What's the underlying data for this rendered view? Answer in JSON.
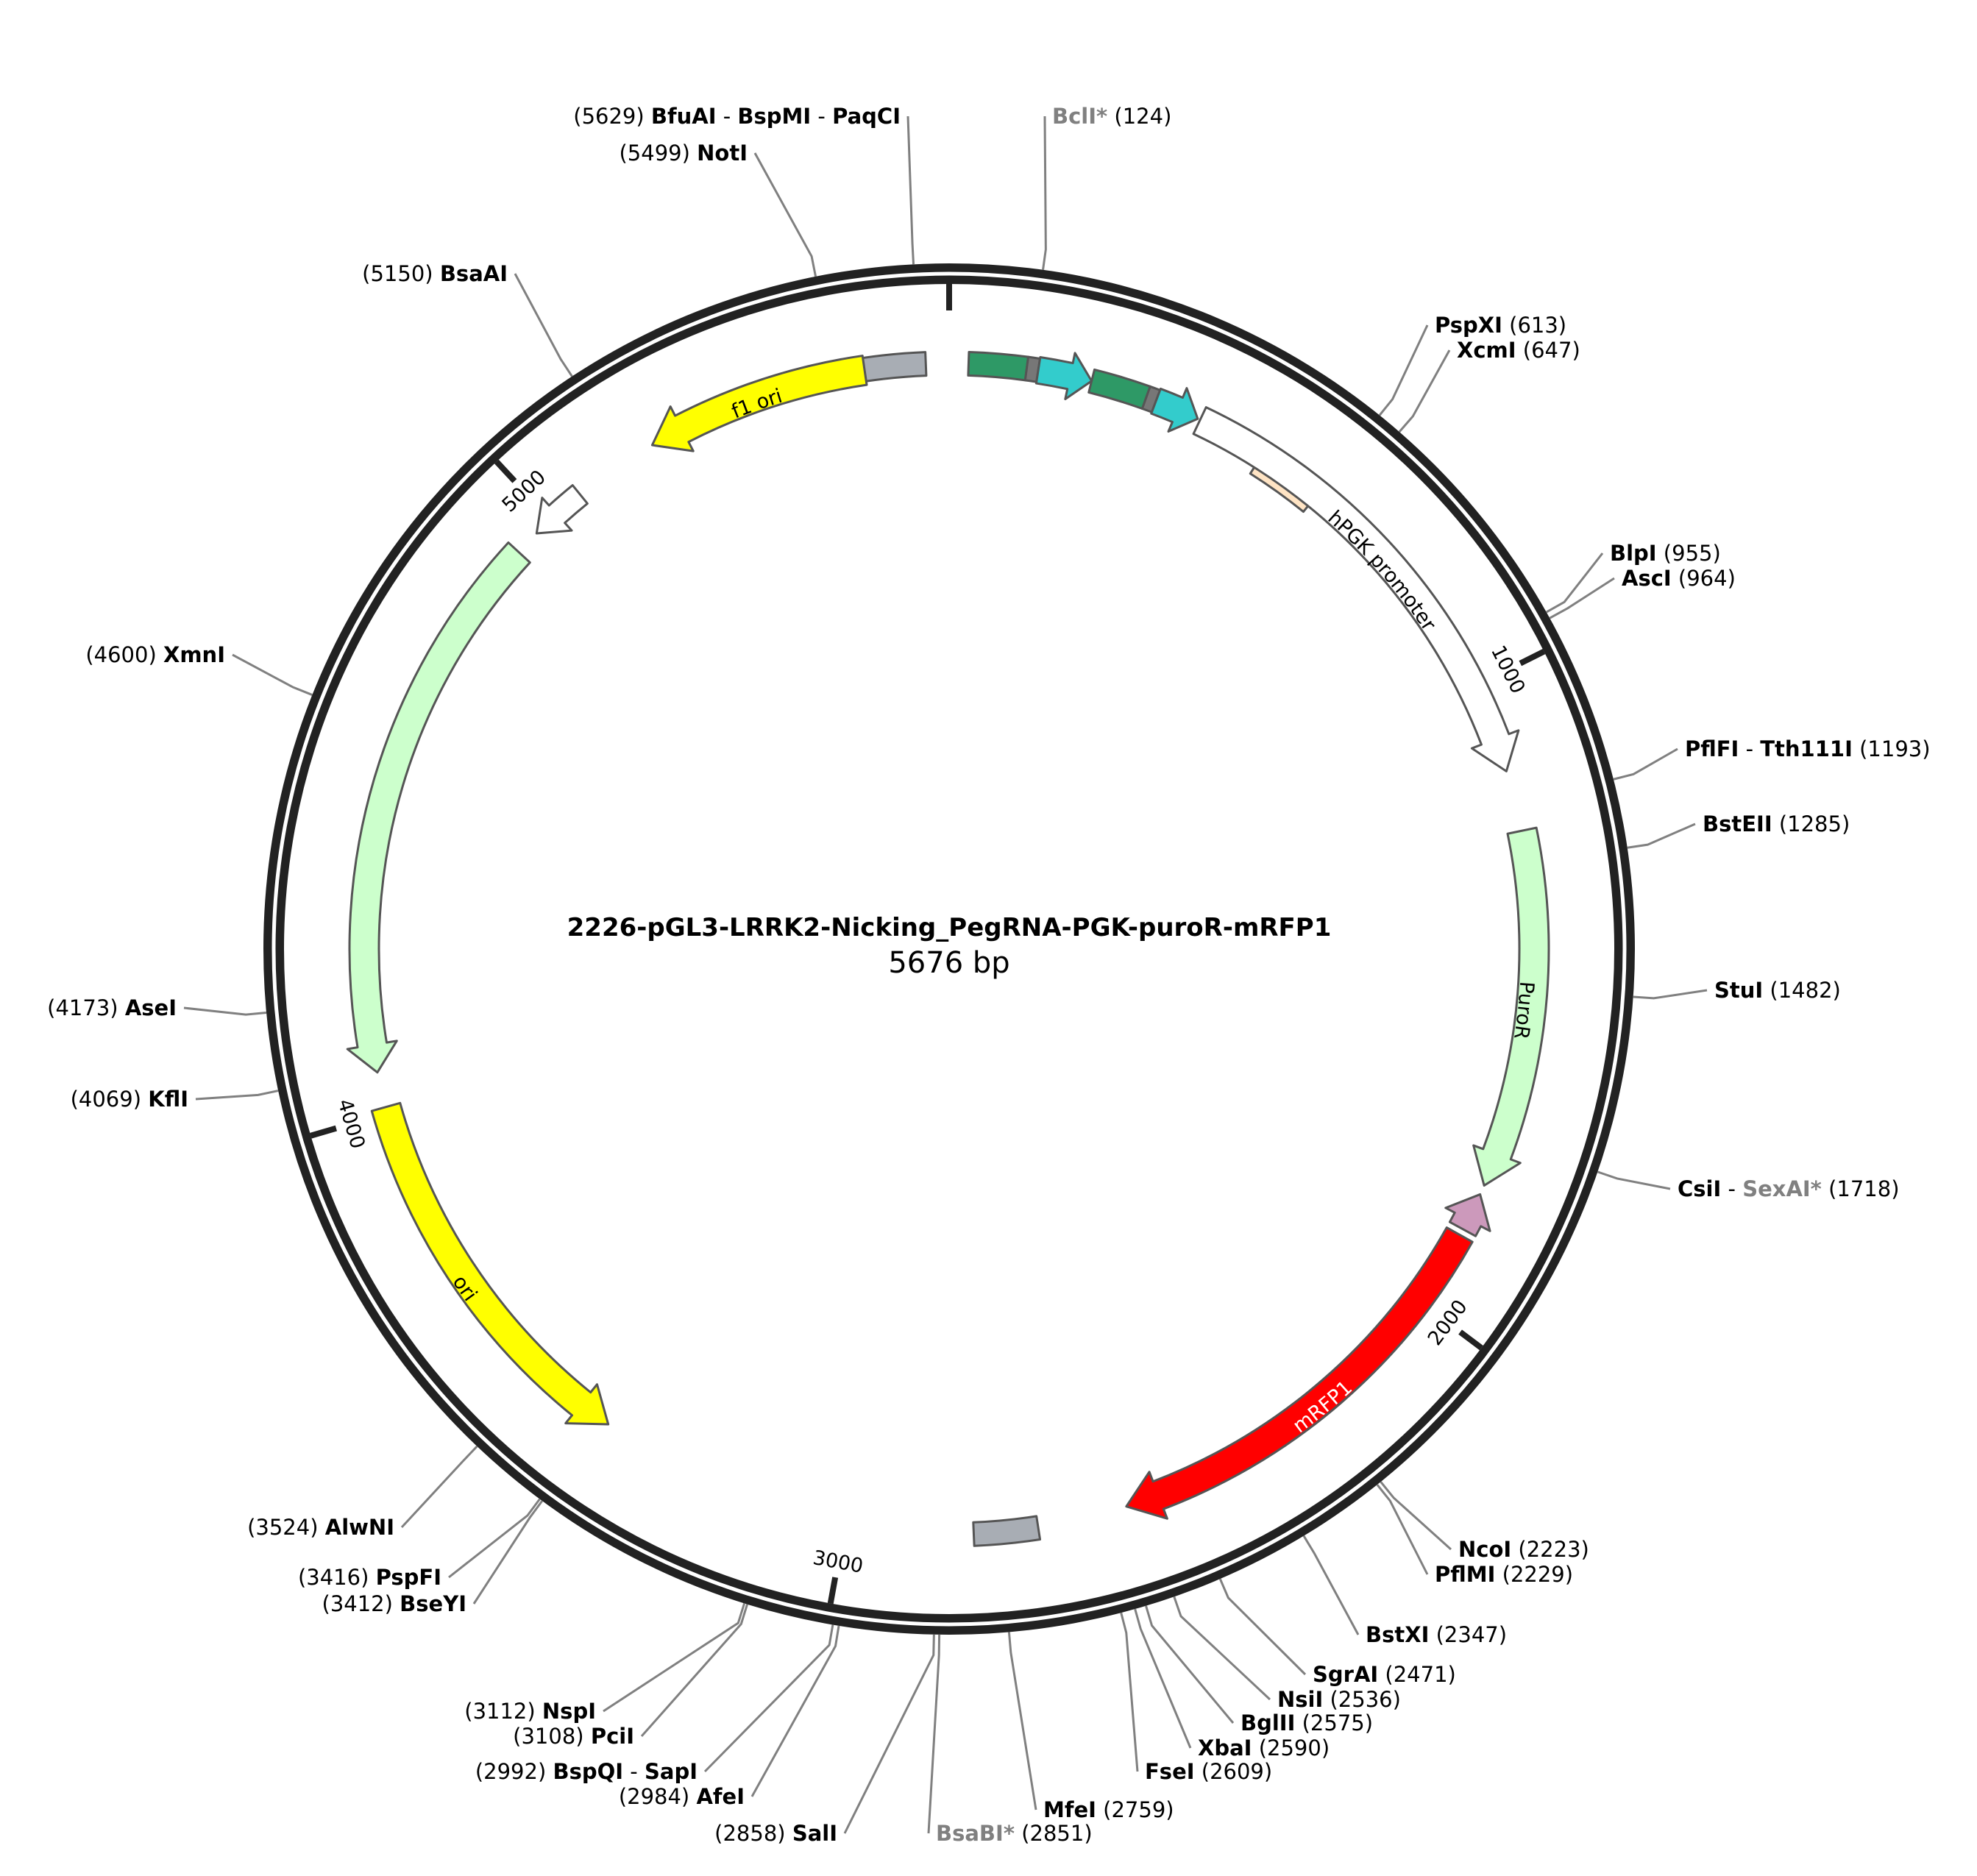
{
  "plasmid": {
    "name": "2226-pGL3-LRRK2-Nicking_PegRNA-PGK-puroR-mRFP1",
    "size_label": "5676 bp",
    "length": 5676
  },
  "ticks": [
    {
      "pos": 1000,
      "label": "1000"
    },
    {
      "pos": 2000,
      "label": "2000"
    },
    {
      "pos": 3000,
      "label": "3000"
    },
    {
      "pos": 4000,
      "label": "4000"
    },
    {
      "pos": 5000,
      "label": "5000"
    }
  ],
  "sites": [
    {
      "id": "bfuai",
      "parts": [
        {
          "t": "(5629)  "
        },
        {
          "t": "BfuAI",
          "b": true
        },
        {
          "t": " - "
        },
        {
          "t": "BspMI",
          "b": true
        },
        {
          "t": " - "
        },
        {
          "t": "PaqCI",
          "b": true
        }
      ],
      "pos": 5629
    },
    {
      "id": "noti",
      "parts": [
        {
          "t": "(5499)  "
        },
        {
          "t": "NotI",
          "b": true
        }
      ],
      "pos": 5499
    },
    {
      "id": "bcli",
      "parts": [
        {
          "t": "BclI*",
          "b": true,
          "g": true
        },
        {
          "t": "  (124)"
        }
      ],
      "pos": 124
    },
    {
      "id": "bsaai",
      "parts": [
        {
          "t": "(5150)  "
        },
        {
          "t": "BsaAI",
          "b": true
        }
      ],
      "pos": 5150
    },
    {
      "id": "pspxi",
      "parts": [
        {
          "t": "PspXI",
          "b": true
        },
        {
          "t": "  (613)"
        }
      ],
      "pos": 613
    },
    {
      "id": "xcmi",
      "parts": [
        {
          "t": "XcmI",
          "b": true
        },
        {
          "t": "  (647)"
        }
      ],
      "pos": 647
    },
    {
      "id": "blpi",
      "parts": [
        {
          "t": "BlpI",
          "b": true
        },
        {
          "t": "  (955)"
        }
      ],
      "pos": 955
    },
    {
      "id": "asci",
      "parts": [
        {
          "t": "AscI",
          "b": true
        },
        {
          "t": "  (964)"
        }
      ],
      "pos": 964
    },
    {
      "id": "pflfi",
      "parts": [
        {
          "t": "PflFI",
          "b": true
        },
        {
          "t": " - "
        },
        {
          "t": "Tth111I",
          "b": true
        },
        {
          "t": "  (1193)"
        }
      ],
      "pos": 1193
    },
    {
      "id": "bsteii",
      "parts": [
        {
          "t": "BstEII",
          "b": true
        },
        {
          "t": "  (1285)"
        }
      ],
      "pos": 1285
    },
    {
      "id": "stui",
      "parts": [
        {
          "t": "StuI",
          "b": true
        },
        {
          "t": "  (1482)"
        }
      ],
      "pos": 1482
    },
    {
      "id": "csii",
      "parts": [
        {
          "t": "CsiI",
          "b": true
        },
        {
          "t": " - "
        },
        {
          "t": "SexAI*",
          "b": true,
          "g": true
        },
        {
          "t": "  (1718)"
        }
      ],
      "pos": 1718
    },
    {
      "id": "xmni",
      "parts": [
        {
          "t": "(4600)  "
        },
        {
          "t": "XmnI",
          "b": true
        }
      ],
      "pos": 4600
    },
    {
      "id": "asei",
      "parts": [
        {
          "t": "(4173)  "
        },
        {
          "t": "AseI",
          "b": true
        }
      ],
      "pos": 4173
    },
    {
      "id": "kfli",
      "parts": [
        {
          "t": "(4069)  "
        },
        {
          "t": "KflI",
          "b": true
        }
      ],
      "pos": 4069
    },
    {
      "id": "alwni",
      "parts": [
        {
          "t": "(3524)  "
        },
        {
          "t": "AlwNI",
          "b": true
        }
      ],
      "pos": 3524
    },
    {
      "id": "pspfi",
      "parts": [
        {
          "t": "(3416)  "
        },
        {
          "t": "PspFI",
          "b": true
        }
      ],
      "pos": 3416
    },
    {
      "id": "bseyi",
      "parts": [
        {
          "t": "(3412)  "
        },
        {
          "t": "BseYI",
          "b": true
        }
      ],
      "pos": 3412
    },
    {
      "id": "nspi",
      "parts": [
        {
          "t": "(3112)  "
        },
        {
          "t": "NspI",
          "b": true
        }
      ],
      "pos": 3112
    },
    {
      "id": "pcii",
      "parts": [
        {
          "t": "(3108)  "
        },
        {
          "t": "PciI",
          "b": true
        }
      ],
      "pos": 3108
    },
    {
      "id": "bspqi",
      "parts": [
        {
          "t": "(2992)  "
        },
        {
          "t": "BspQI",
          "b": true
        },
        {
          "t": " - "
        },
        {
          "t": "SapI",
          "b": true
        }
      ],
      "pos": 2992
    },
    {
      "id": "afei",
      "parts": [
        {
          "t": "(2984)  "
        },
        {
          "t": "AfeI",
          "b": true
        }
      ],
      "pos": 2984
    },
    {
      "id": "sali",
      "parts": [
        {
          "t": "(2858)  "
        },
        {
          "t": "SalI",
          "b": true
        }
      ],
      "pos": 2858
    },
    {
      "id": "bsabi",
      "parts": [
        {
          "t": "BsaBI*",
          "b": true,
          "g": true
        },
        {
          "t": "  (2851)"
        }
      ],
      "pos": 2851
    },
    {
      "id": "mfei",
      "parts": [
        {
          "t": "MfeI",
          "b": true
        },
        {
          "t": "  (2759)"
        }
      ],
      "pos": 2759
    },
    {
      "id": "fsei",
      "parts": [
        {
          "t": "FseI",
          "b": true
        },
        {
          "t": "  (2609)"
        }
      ],
      "pos": 2609
    },
    {
      "id": "xbai",
      "parts": [
        {
          "t": "XbaI",
          "b": true
        },
        {
          "t": "  (2590)"
        }
      ],
      "pos": 2590
    },
    {
      "id": "bglii",
      "parts": [
        {
          "t": "BglII",
          "b": true
        },
        {
          "t": "  (2575)"
        }
      ],
      "pos": 2575
    },
    {
      "id": "nsii",
      "parts": [
        {
          "t": "NsiI",
          "b": true
        },
        {
          "t": "  (2536)"
        }
      ],
      "pos": 2536
    },
    {
      "id": "sgrai",
      "parts": [
        {
          "t": "SgrAI",
          "b": true
        },
        {
          "t": "  (2471)"
        }
      ],
      "pos": 2471
    },
    {
      "id": "bstxi",
      "parts": [
        {
          "t": "BstXI",
          "b": true
        },
        {
          "t": "  (2347)"
        }
      ],
      "pos": 2347
    },
    {
      "id": "pflmi",
      "parts": [
        {
          "t": "PflMI",
          "b": true
        },
        {
          "t": "  (2229)"
        }
      ],
      "pos": 2229
    },
    {
      "id": "ncoi",
      "parts": [
        {
          "t": "NcoI",
          "b": true
        },
        {
          "t": "  (2223)"
        }
      ],
      "pos": 2223
    }
  ],
  "features": [
    {
      "id": "hpgk",
      "label": "hPGK promoter",
      "start": 400,
      "end": 1140,
      "dir": 1,
      "color": "#ffffff",
      "text_color": "#000000"
    },
    {
      "id": "puror",
      "label": "PuroR",
      "start": 1235,
      "end": 1795,
      "dir": 1,
      "color": "#ccffcc",
      "text_color": "#000000"
    },
    {
      "id": "mrfp1",
      "label": "mRFP1",
      "start": 1880,
      "end": 2560,
      "dir": 1,
      "color": "#ff0000",
      "text_color": "#ffffff"
    },
    {
      "id": "ori",
      "label": "ori",
      "start": 3400,
      "end": 4010,
      "dir": -1,
      "color": "#ffff00",
      "text_color": "#000000"
    },
    {
      "id": "f1ori",
      "label": "f1 ori",
      "start": 5195,
      "end": 5545,
      "dir": -1,
      "color": "#ffff00",
      "text_color": "#000000"
    }
  ],
  "colors": {
    "backbone": "#222222",
    "grey_feature": "#a8adb4",
    "dark_green": "#2e9966",
    "cyan": "#33cccc",
    "peach": "#ffe4c4",
    "pink": "#cc99bb",
    "light_green": "#ccffcc"
  }
}
